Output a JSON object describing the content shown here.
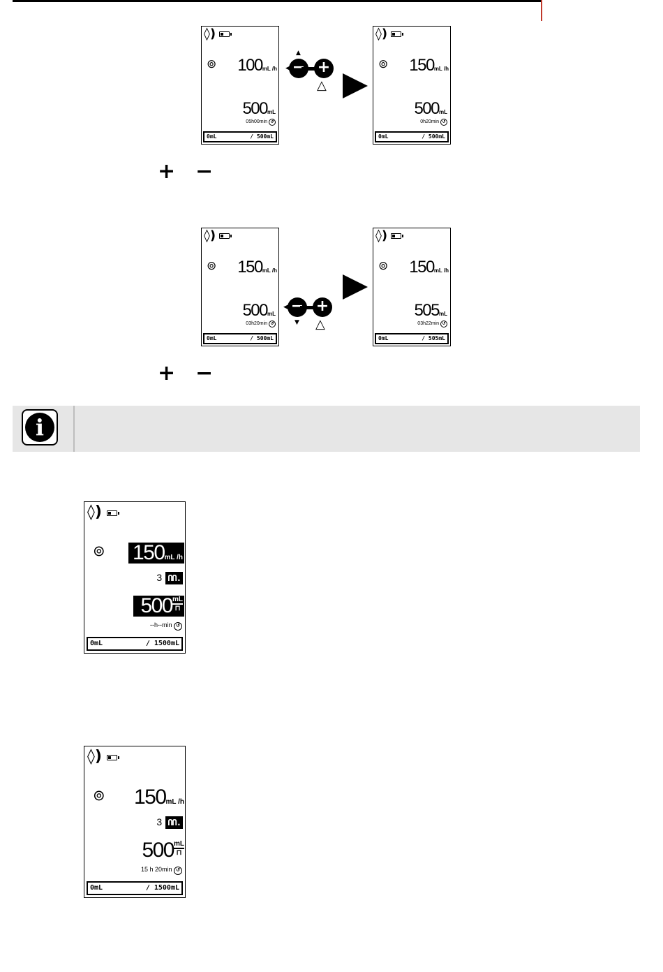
{
  "icons": {
    "speaker": "speaker-icon",
    "battery": "battery-icon",
    "stop": "stop-icon",
    "clock": "clock-icon",
    "info": "info-icon"
  },
  "section1": {
    "before": {
      "rate": "100",
      "rate_unit": "mL /h",
      "volume": "500",
      "volume_unit": "mL",
      "time": "05h00min",
      "bar_left": "0mL",
      "bar_right": "/  500mL"
    },
    "after": {
      "rate": "150",
      "rate_unit": "mL /h",
      "volume": "500",
      "volume_unit": "mL",
      "time": "0h20min",
      "bar_left": "0mL",
      "bar_right": "/  500mL"
    },
    "keys": {
      "plus": "+",
      "minus": "−"
    }
  },
  "section2": {
    "before": {
      "rate": "150",
      "rate_unit": "mL /h",
      "volume": "500",
      "volume_unit": "mL",
      "time": "03h20min",
      "bar_left": "0mL",
      "bar_right": "/  500mL"
    },
    "after": {
      "rate": "150",
      "rate_unit": "mL /h",
      "volume": "505",
      "volume_unit": "mL",
      "time": "03h22min",
      "bar_left": "0mL",
      "bar_right": "/  505mL"
    },
    "keys": {
      "plus": "+",
      "minus": "−"
    }
  },
  "note": {
    "info_glyph": "i"
  },
  "screen3": {
    "rate": "150",
    "rate_unit": "mL /h",
    "cycles": "3",
    "program_glyph": "ՈՈ.",
    "volume": "500",
    "volume_unit_top": "mL",
    "volume_unit_bottom": "⊓",
    "time": "--h--min",
    "bar_left": "0mL",
    "bar_right": "/ 1500mL"
  },
  "screen4": {
    "rate": "150",
    "rate_unit": "mL /h",
    "cycles": "3",
    "program_glyph": "ՈՈ.",
    "volume": "500",
    "volume_unit_top": "mL",
    "volume_unit_bottom": "⊓",
    "time": "15 h 20min",
    "bar_left": "0mL",
    "bar_right": "/ 1500mL"
  },
  "glyphs": {
    "speaker": "◊)",
    "stop": "◎",
    "clock": "⌚",
    "minus_key": "−",
    "plus_key": "+",
    "tri": "△"
  }
}
